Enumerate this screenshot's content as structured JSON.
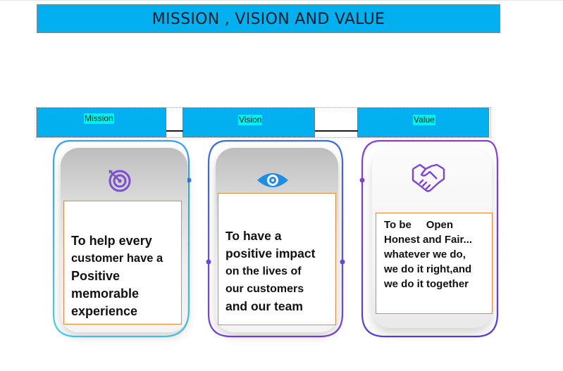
{
  "title": "MISSION , VISION AND VALUE",
  "headers": {
    "mission": "Mission",
    "vision": "Vision",
    "value": "Value"
  },
  "cards": {
    "mission": {
      "icon": "target-icon",
      "lines": [
        "To help every",
        "customer have a",
        "Positive",
        "memorable",
        "experience"
      ]
    },
    "vision": {
      "icon": "eye-icon",
      "lines": [
        "To have a",
        "positive impact",
        "on the lives of",
        "our customers",
        "and our team"
      ]
    },
    "value": {
      "icon": "handshake-icon",
      "lines": [
        "To be     Open",
        "Honest and Fair...",
        "whatever we do,",
        "we do it right,and",
        "we do it together"
      ]
    }
  },
  "colors": {
    "title_bar": "#03b0ef",
    "header_box": "#03b0ef",
    "label_highlight": "#00f0f0",
    "text_border": "#e08a3c",
    "icon_purple": "#7b4fd0",
    "icon_blue": "#1e8de6"
  }
}
